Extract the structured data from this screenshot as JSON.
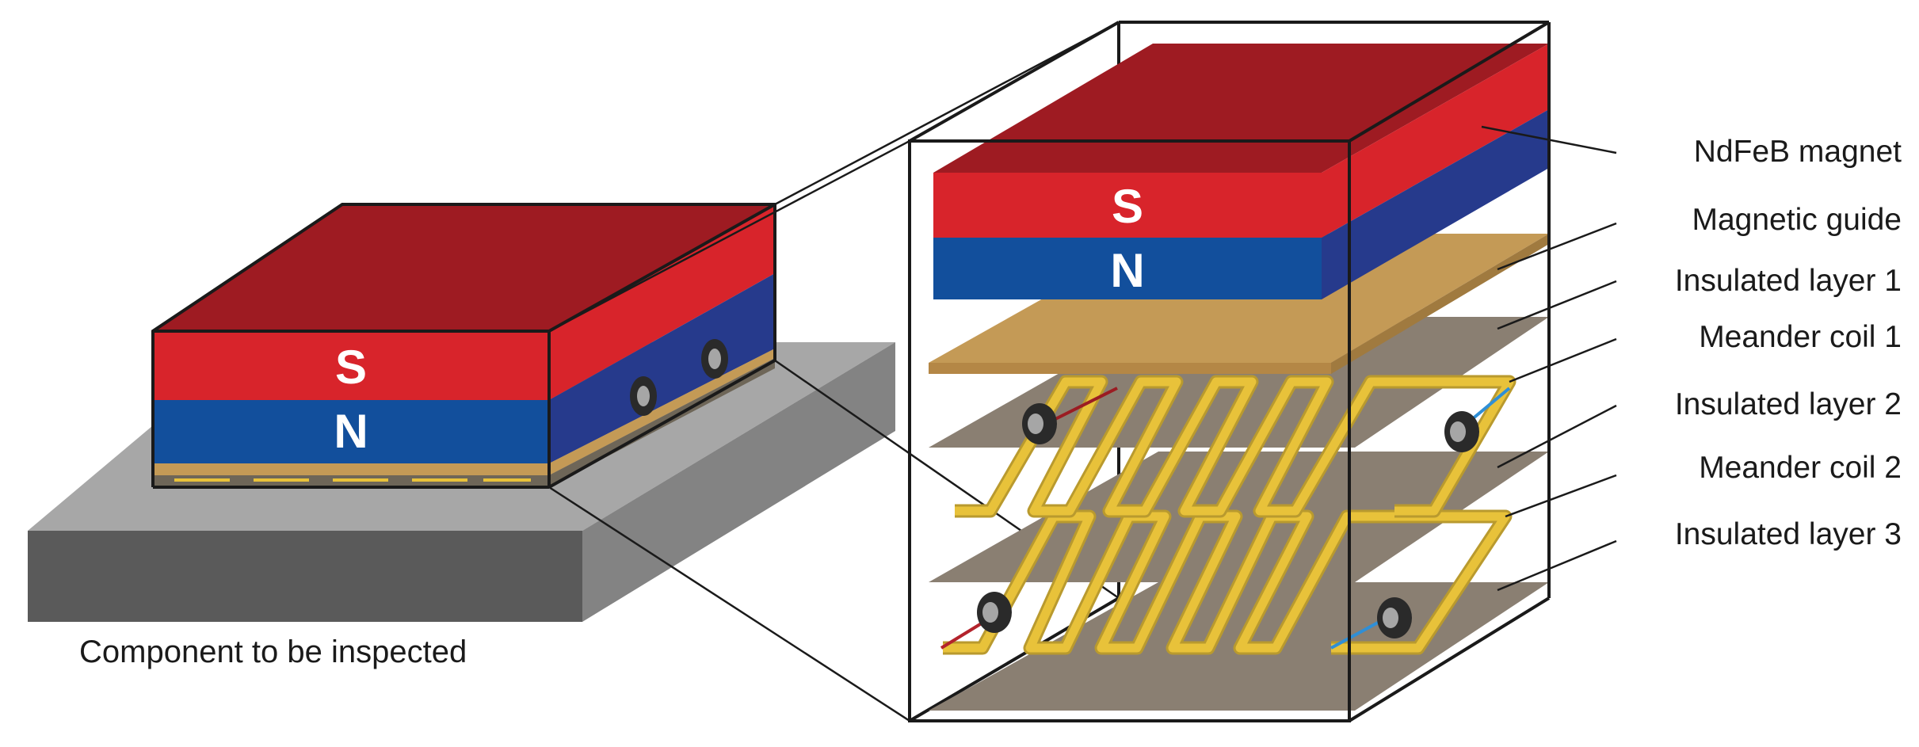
{
  "component_label": "Component to be inspected",
  "poles": {
    "south": "S",
    "north": "N"
  },
  "layer_labels": [
    "NdFeB magnet",
    "Magnetic guide",
    "Insulated layer 1",
    "Meander coil 1",
    "Insulated layer 2",
    "Meander coil 2",
    "Insulated layer 3"
  ],
  "colors": {
    "magnet_top": "#9e1b22",
    "magnet_south": "#d8242b",
    "magnet_north": "#124f9c",
    "magnet_north_side": "#263a8c",
    "magnetic_guide": "#c49a56",
    "insulated_layer": "#8a7f72",
    "coil": "#e8c23a",
    "component_top": "#a7a7a7",
    "component_front": "#5a5a5a",
    "component_side": "#838383",
    "lead_red": "#b3232c",
    "lead_blue": "#2f8fd6"
  }
}
